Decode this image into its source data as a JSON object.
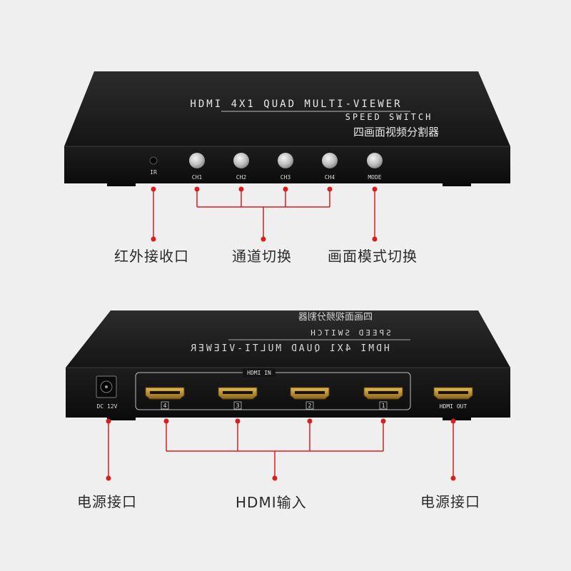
{
  "colors": {
    "background": "#efefef",
    "device_body": "#1a1a1a",
    "callout_line": "#d81e1e",
    "label_text": "#2a2a2a",
    "device_print": "#e8e8e8",
    "hdmi_gold": "#b8892b"
  },
  "front_panel": {
    "title_line1": "HDMI 4X1 QUAD MULTI-VIEWER",
    "title_line2": "SPEED SWITCH",
    "title_cn": "四画面视频分割器",
    "ir_label": "IR",
    "buttons": [
      {
        "label": "CH1"
      },
      {
        "label": "CH2"
      },
      {
        "label": "CH3"
      },
      {
        "label": "CH4"
      },
      {
        "label": "MODE"
      }
    ]
  },
  "rear_panel": {
    "title_line1": "HDMI 4X1 QUAD MULTI-VIEWER",
    "title_line2": "SPEED SWITCH",
    "title_cn": "四画面视频分割器",
    "power_label": "DC 12V",
    "hdmi_in_label": "HDMI IN",
    "inputs": [
      {
        "label": "4"
      },
      {
        "label": "3"
      },
      {
        "label": "2"
      },
      {
        "label": "1"
      }
    ],
    "hdmi_out_label": "HDMI OUT"
  },
  "callouts": {
    "front_ir": "红外接收口",
    "front_channel": "通道切换",
    "front_mode": "画面模式切换",
    "rear_power": "电源接口",
    "rear_hdmi_in": "HDMI输入",
    "rear_hdmi_out": "电源接口"
  }
}
